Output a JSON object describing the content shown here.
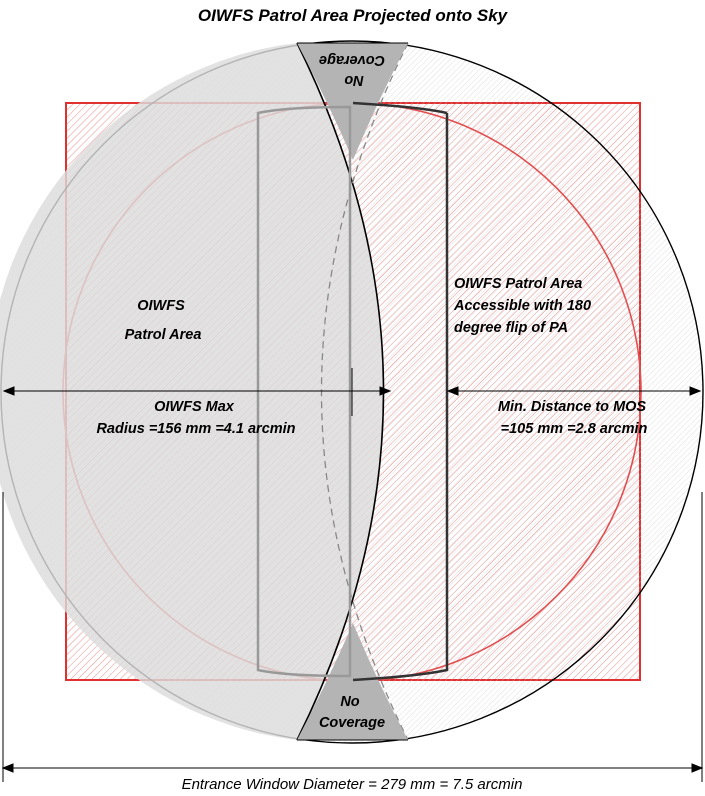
{
  "title": "OIWFS Patrol Area Projected onto Sky",
  "labels": {
    "patrol_area": [
      "OIWFS",
      "Patrol Area"
    ],
    "flip_area": [
      "OIWFS Patrol Area",
      "Accessible with 180",
      "degree flip of PA"
    ],
    "max_radius": [
      "OIWFS Max",
      "Radius =156 mm =4.1 arcmin"
    ],
    "min_distance": [
      "Min. Distance to MOS",
      "=105 mm =2.8 arcmin"
    ],
    "no_coverage_top": [
      "No",
      "Coverage"
    ],
    "no_coverage_bottom": [
      "No",
      "Coverage"
    ],
    "entrance_window": "Entrance Window Diameter = 279 mm = 7.5 arcmin"
  },
  "colors": {
    "square": "#e03030",
    "inner_circle": "#e05050",
    "patrol_fill": "#dcdcdc",
    "no_coverage_fill": "#b0b0b0",
    "outline": "#000000"
  }
}
